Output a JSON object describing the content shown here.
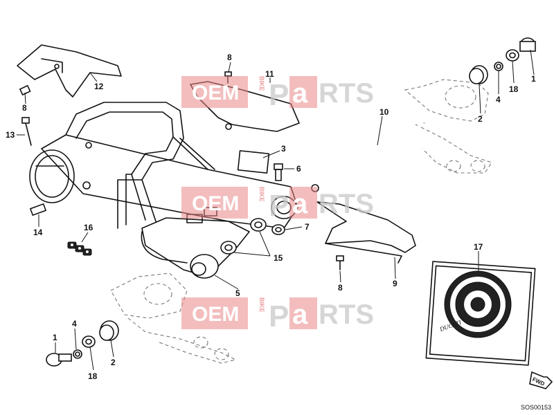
{
  "diagram": {
    "reference_code": "SOS00153",
    "fwd_label": "FWD",
    "kit_brand": "DUCATI",
    "watermark": {
      "left": "OEM",
      "vertical": "BIKE",
      "right_p": "P",
      "right_a": "a",
      "right_rest": "RTS"
    },
    "callouts": [
      {
        "id": "c1a",
        "label": "1"
      },
      {
        "id": "c1b",
        "label": "1"
      },
      {
        "id": "c2a",
        "label": "2"
      },
      {
        "id": "c2b",
        "label": "2"
      },
      {
        "id": "c3",
        "label": "3"
      },
      {
        "id": "c4a",
        "label": "4"
      },
      {
        "id": "c4b",
        "label": "4"
      },
      {
        "id": "c5",
        "label": "5"
      },
      {
        "id": "c6",
        "label": "6"
      },
      {
        "id": "c7",
        "label": "7"
      },
      {
        "id": "c8a",
        "label": "8"
      },
      {
        "id": "c8b",
        "label": "8"
      },
      {
        "id": "c8c",
        "label": "8"
      },
      {
        "id": "c9",
        "label": "9"
      },
      {
        "id": "c10",
        "label": "10"
      },
      {
        "id": "c11",
        "label": "11"
      },
      {
        "id": "c12",
        "label": "12"
      },
      {
        "id": "c13",
        "label": "13"
      },
      {
        "id": "c14",
        "label": "14"
      },
      {
        "id": "c15",
        "label": "15"
      },
      {
        "id": "c16",
        "label": "16"
      },
      {
        "id": "c17",
        "label": "17"
      },
      {
        "id": "c18a",
        "label": "18"
      },
      {
        "id": "c18b",
        "label": "18"
      }
    ]
  }
}
